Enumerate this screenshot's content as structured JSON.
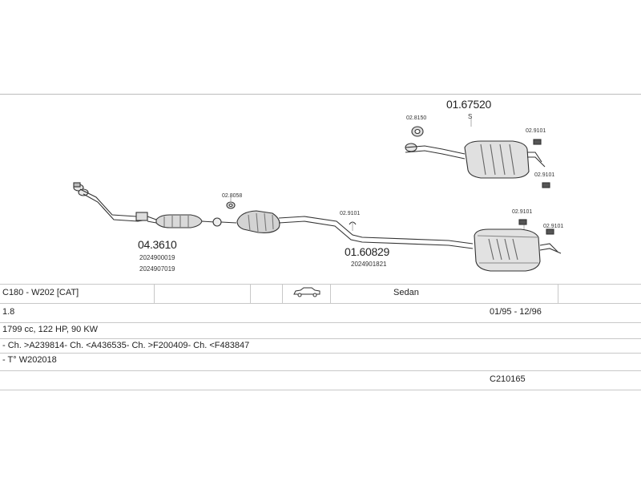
{
  "parts": {
    "rear_muffler_upper": {
      "number": "01.67520",
      "suffix": "S"
    },
    "front_pipe": {
      "number": "04.3610",
      "oem": [
        "2024900019",
        "2024907019"
      ]
    },
    "middle_rear": {
      "number": "01.60829",
      "oem": [
        "2024901821"
      ]
    },
    "fittings": {
      "f1": "02.8150",
      "f2": "02.9101",
      "f3": "02.9101",
      "f4": "02.8058",
      "f5": "02.9101",
      "f6": "02.9101",
      "f7": "02.9101"
    }
  },
  "vehicle": {
    "model": "C180 - W202  [CAT]",
    "body": "Sedan",
    "engine": "1.8",
    "years": "01/95 - 12/96",
    "specs": "1799 cc, 122 HP, 90 KW",
    "chassis": "- Ch. >A239814- Ch. <A436535- Ch. >F200409- Ch. <F483847",
    "type": "- T° W202018",
    "code": "C210165"
  },
  "icons": {
    "car": "sedan-car-icon"
  }
}
